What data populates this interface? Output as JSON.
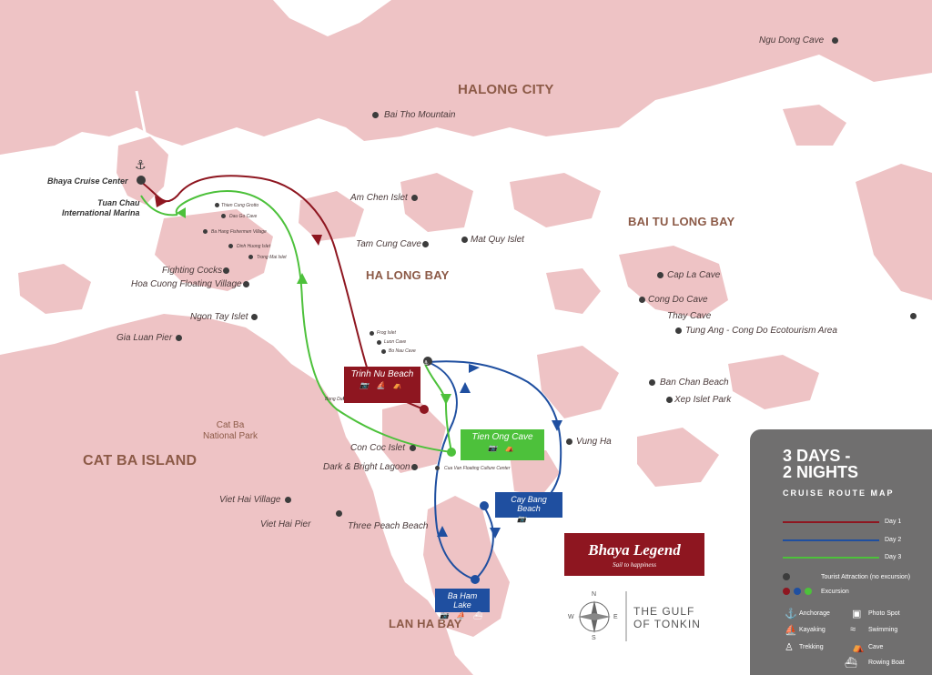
{
  "regions": {
    "halong_city": "HALONG CITY",
    "bai_tu_long_bay": "BAI TU LONG BAY",
    "ha_long_bay": "HA LONG BAY",
    "cat_ba_island": "CAT BA ISLAND",
    "lan_ha_bay": "LAN HA BAY",
    "cat_ba_national_park": "Cat Ba\nNational Park"
  },
  "places": {
    "ngu_dong_cave": "Ngu Dong Cave",
    "bai_tho_mountain": "Bai Tho Mountain",
    "bhaya_cruise_center": "Bhaya Cruise Center",
    "tuan_chau_marina": "Tuan Chau\nInternational Marina",
    "thien_cung_grotto": "Thien Cung Grotto",
    "dau_go_cave": "Dau Go Cave",
    "ba_hang_village": "Ba Hang Fishermen Village",
    "dinh_huong_islet": "Dinh Huong Islet",
    "trong_mai_islet": "Trong Mai Islet",
    "am_chen_islet": "Am Chen Islet",
    "tam_cung_cave": "Tam Cung Cave",
    "mat_quy_islet": "Mat Quy Islet",
    "fighting_cocks": "Fighting Cocks",
    "hoa_cuong_village": "Hoa Cuong Floating Village",
    "ngon_tay_islet": "Ngon Tay Islet",
    "gia_luan_pier": "Gia Luan Pier",
    "cap_la_cave": "Cap La Cave",
    "cong_do_cave": "Cong Do Cave",
    "thay_cave": "Thay Cave",
    "tung_ang": "Tung Ang - Cong Do Ecotourism Area",
    "ban_chan_beach": "Ban Chan Beach",
    "xep_islet_park": "Xep Islet Park",
    "vung_ha": "Vung Ha",
    "con_coc_islet": "Con Coc Islet",
    "dark_bright_lagoon": "Dark & Bright Lagoon",
    "cua_van_center": "Cua Van Floating Culture Center",
    "viet_hai_village": "Viet Hai Village",
    "viet_hai_pier": "Viet Hai Pier",
    "three_peach_beach": "Three Peach Beach",
    "bong_duong": "Bong Duong",
    "frog_islet": "Frog Islet",
    "luon_cave": "Luon Cave",
    "bo_nau_cave": "Bo Nau Cave"
  },
  "excursions": {
    "trinh_nu": {
      "label": "Trinh Nu Beach",
      "icons": "📷 ⛵ ⛺",
      "color": "#8e1620"
    },
    "tien_ong": {
      "label": "Tien Ong Cave",
      "icons": "📷 ⛺",
      "color": "#4dc13b"
    },
    "cay_bang": {
      "label": "Cay Bang Beach",
      "icons": "📷 ≈",
      "color": "#1f4fa0"
    },
    "ba_ham": {
      "label": "Ba Ham Lake",
      "icons": "📷 ⛵ ⛴",
      "color": "#1f4fa0"
    }
  },
  "legend": {
    "title_line1": "3 DAYS -",
    "title_line2": "2 NIGHTS",
    "subtitle": "CRUISE ROUTE MAP",
    "day1": "Day 1",
    "day2": "Day 2",
    "day3": "Day 3",
    "day1_color": "#8e1620",
    "day2_color": "#1f4fa0",
    "day3_color": "#4dc13b",
    "tourist_attraction": "Tourist Attraction (no excursion)",
    "excursion": "Excursion",
    "anchorage": "Anchorage",
    "photo_spot": "Photo Spot",
    "kayaking": "Kayaking",
    "swimming": "Swimming",
    "trekking": "Trekking",
    "cave": "Cave",
    "rowing_boat": "Rowing Boat"
  },
  "brand": {
    "name": "Bhaya Legend",
    "tagline": "Sail to happiness"
  },
  "compass": {
    "n": "N",
    "s": "S",
    "e": "E",
    "w": "W"
  },
  "gulf": {
    "line1": "THE GULF",
    "line2": "OF TONKIN"
  }
}
